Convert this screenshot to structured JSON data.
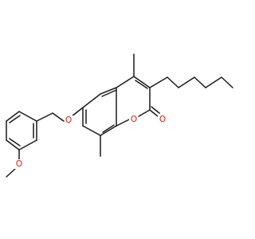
{
  "molecule": {
    "atom_labels": {
      "ether_oxygen": "O",
      "methoxy_oxygen": "O",
      "ring_oxygen": "O",
      "carbonyl_oxygen": "O"
    },
    "colors": {
      "bond": "#1a1a1a",
      "oxygen": "#e8140c",
      "background": "#ffffff"
    }
  }
}
